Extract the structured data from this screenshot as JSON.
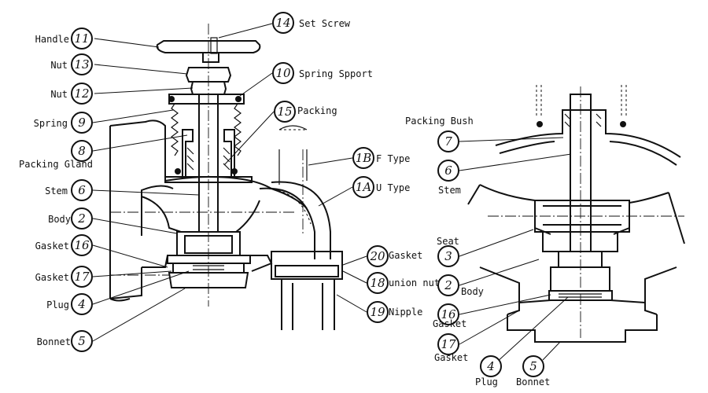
{
  "callouts": [
    {
      "id": "c14",
      "num": "14",
      "label": "Set Screw"
    },
    {
      "id": "c11",
      "num": "11",
      "label": "Handle"
    },
    {
      "id": "c13",
      "num": "13",
      "label": "Nut"
    },
    {
      "id": "c12",
      "num": "12",
      "label": "Nut"
    },
    {
      "id": "c10",
      "num": "10",
      "label": "Spring Spport"
    },
    {
      "id": "c9",
      "num": "9",
      "label": "Spring"
    },
    {
      "id": "c15",
      "num": "15",
      "label": "Packing"
    },
    {
      "id": "c8",
      "num": "8",
      "label": "Packing Gland"
    },
    {
      "id": "c18b",
      "num": "1B",
      "label": "F Type"
    },
    {
      "id": "c1a",
      "num": "1A",
      "label": "U Type"
    },
    {
      "id": "c6l",
      "num": "6",
      "label": "Stem"
    },
    {
      "id": "c2l",
      "num": "2",
      "label": "Body"
    },
    {
      "id": "c16l",
      "num": "16",
      "label": "Gasket"
    },
    {
      "id": "c20",
      "num": "20",
      "label": "Gasket"
    },
    {
      "id": "c17l",
      "num": "17",
      "label": "Gasket"
    },
    {
      "id": "c18",
      "num": "18",
      "label": "union nut"
    },
    {
      "id": "c4l",
      "num": "4",
      "label": "Plug"
    },
    {
      "id": "c19",
      "num": "19",
      "label": "Nipple"
    },
    {
      "id": "c5l",
      "num": "5",
      "label": "Bonnet"
    },
    {
      "id": "c7",
      "num": "7",
      "label": "Packing Bush"
    },
    {
      "id": "c6r",
      "num": "6",
      "label": "Stem"
    },
    {
      "id": "c3",
      "num": "3",
      "label": "Seat"
    },
    {
      "id": "c2r",
      "num": "2",
      "label": "Body"
    },
    {
      "id": "c16r",
      "num": "16",
      "label": "Gasket"
    },
    {
      "id": "c17r",
      "num": "17",
      "label": "Gasket"
    },
    {
      "id": "c4r",
      "num": "4",
      "label": "Plug"
    },
    {
      "id": "c5r",
      "num": "5",
      "label": "Bonnet"
    }
  ]
}
